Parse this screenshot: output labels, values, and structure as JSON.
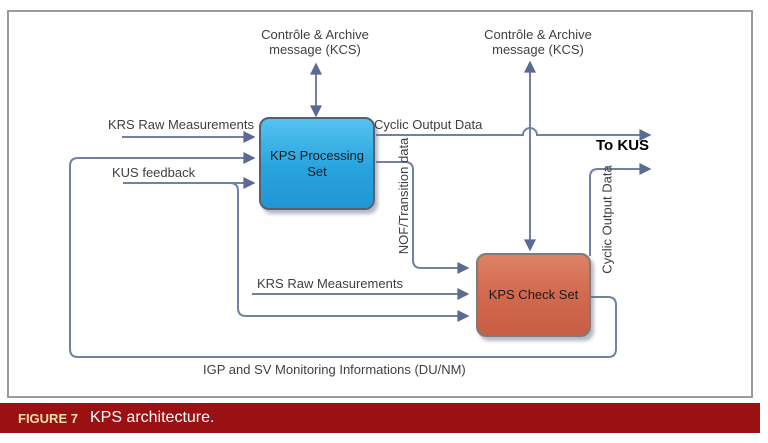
{
  "figure": {
    "caption_label": "FIGURE 7",
    "caption_text": "KPS architecture."
  },
  "diagram": {
    "boxes": {
      "processing": "KPS Processing Set",
      "check": "KPS Check Set"
    },
    "labels": {
      "kcs_left": "Contrôle & Archive message (KCS)",
      "kcs_right": "Contrôle & Archive message (KCS)",
      "krs_raw_top": "KRS Raw Measurements",
      "kus_feedback": "KUS feedback",
      "cyclic_output_top": "Cyclic Output Data",
      "to_kus": "To KUS",
      "nof_transition": "NOF/Transition data",
      "krs_raw_bottom": "KRS Raw Measurements",
      "cyclic_output_right": "Cyclic Output Data",
      "igp_sv": "IGP and SV Monitoring Informations (DU/NM)"
    },
    "colors": {
      "line": "#7081a6",
      "arrow": "#5a6a92",
      "processing_box": "#29a3dd",
      "check_box": "#d2694f",
      "caption_bar": "#9a1013",
      "caption_label": "#f2dfa9"
    }
  }
}
